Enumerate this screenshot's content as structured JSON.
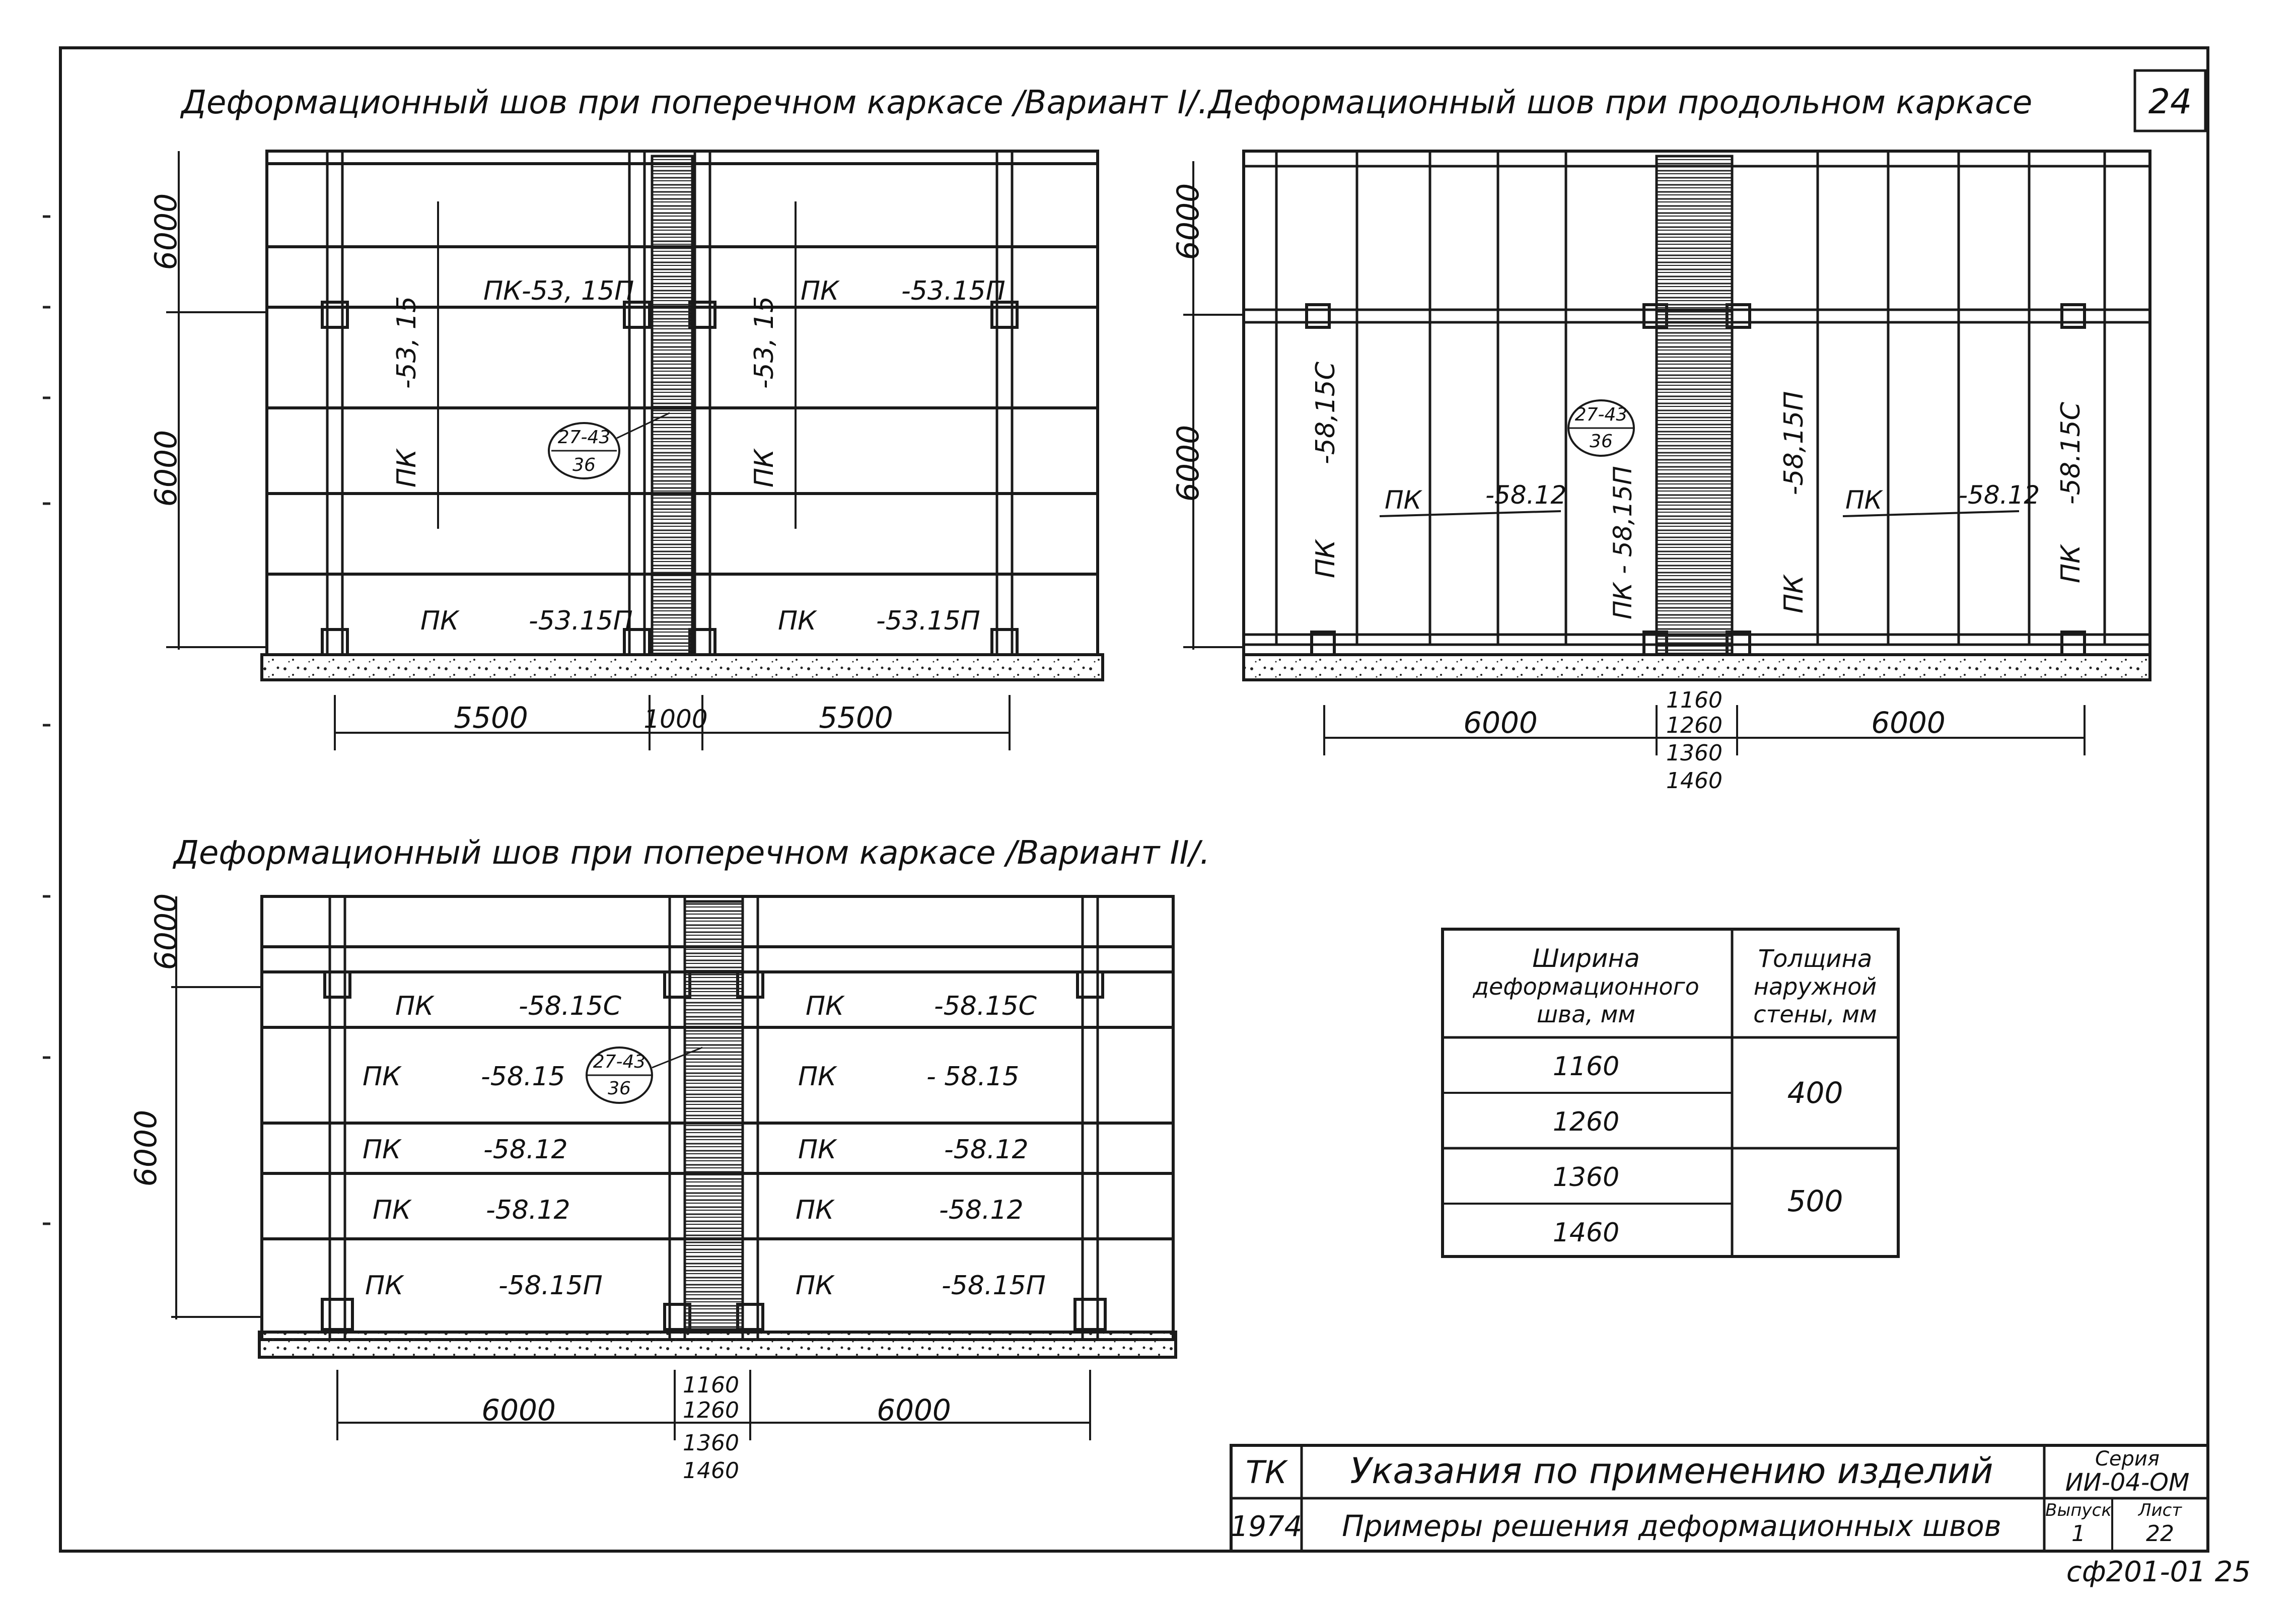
{
  "sheet_number": "24",
  "drawings": {
    "transverse_v1": {
      "title": "Деформационный шов при поперечном каркасе /Вариант I/.",
      "dims_vertical": [
        "6000",
        "6000"
      ],
      "dims_horizontal": [
        "5500",
        "1000",
        "5500"
      ],
      "labels": {
        "top_left": "ПК-53, 15П",
        "top_right_a": "ПК",
        "top_right_b": "-53.15П",
        "vert_left_a": "-53, 15",
        "vert_left_b": "ПК",
        "vert_right_a": "-53, 15",
        "vert_right_b": "ПК",
        "bottom_left_a": "ПК",
        "bottom_left_b": "-53.15П",
        "bottom_right_a": "ПК",
        "bottom_right_b": "-53.15П"
      },
      "callout_top": "27-43",
      "callout_bottom": "36"
    },
    "longitudinal": {
      "title": "Деформационный шов при продольном каркасе",
      "dims_vertical": [
        "6000",
        "6000"
      ],
      "dims_horizontal": [
        "6000",
        "6000"
      ],
      "joint_widths": [
        "1160",
        "1260",
        "1360",
        "1460"
      ],
      "labels": {
        "left_c": "-58,15С",
        "left_pk": "ПК",
        "mid_left_a": "ПК",
        "mid_left_b": "-58.12",
        "center_a": "ПК",
        "center_b": "- 58,15П",
        "right_a": "-58,15П",
        "right_pk": "ПК",
        "mid_right_a": "ПК",
        "mid_right_b": "-58.12",
        "far_right_c": "-58.15С",
        "far_right_pk": "ПК"
      },
      "callout_top": "27-43",
      "callout_bottom": "36"
    },
    "transverse_v2": {
      "title": "Деформационный шов при поперечном каркасе /Вариант II/.",
      "dims_vertical": [
        "6000",
        "6000"
      ],
      "dims_horizontal": [
        "6000",
        "6000"
      ],
      "joint_widths": [
        "1160",
        "1260",
        "1360",
        "1460"
      ],
      "rows": [
        {
          "pk": "ПК",
          "left": "-58.15С",
          "pk_r": "ПК",
          "right": "-58.15С"
        },
        {
          "pk": "ПК",
          "left": "-58.15",
          "pk_r": "ПК",
          "right": "- 58.15"
        },
        {
          "pk": "ПК",
          "left": "-58.12",
          "pk_r": "ПК",
          "right": "-58.12"
        },
        {
          "pk": "ПК",
          "left": "-58.12",
          "pk_r": "ПК",
          "right": "-58.12"
        },
        {
          "pk": "ПК",
          "left": "-58.15П",
          "pk_r": "ПК",
          "right": "-58.15П"
        }
      ],
      "callout_top": "27-43",
      "callout_bottom": "36"
    }
  },
  "table": {
    "header_col1": [
      "Ширина",
      "деформационного",
      "шва, мм"
    ],
    "header_col2": [
      "Толщина",
      "наружной",
      "стены, мм"
    ],
    "rows": [
      "1160",
      "1260",
      "1360",
      "1460"
    ],
    "thickness_1": "400",
    "thickness_2": "500"
  },
  "title_block": {
    "org": "ТК",
    "year": "1974",
    "title": "Указания по применению изделий",
    "subtitle": "Примеры решения деформационных швов",
    "series_label": "Серия",
    "series_value": "ИИ-04-ОМ",
    "issue_label": "Выпуск",
    "issue_value": "1",
    "sheet_label": "Лист",
    "sheet_value": "22"
  },
  "stamp": "сф201-01 25"
}
